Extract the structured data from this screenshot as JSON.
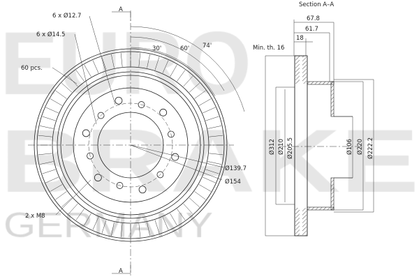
{
  "watermark": {
    "line1": "EURO",
    "line2": "BRAKE",
    "line3": "GERMANY"
  },
  "front_view": {
    "section_marker_top": "A",
    "section_marker_bottom": "A",
    "callouts": {
      "holes_small": "6 x Ø12.7",
      "holes_large": "6 x Ø14.5",
      "vanes": "60 pcs.",
      "threads": "2 x M8",
      "pcd": "Ø139.7",
      "hole_circle": "Ø154"
    },
    "angles": [
      "30'",
      "60'",
      "74'"
    ]
  },
  "section_view": {
    "title": "Section A–A",
    "widths": {
      "overall": "67.8",
      "hat": "61.7",
      "thickness": "18"
    },
    "min_thickness": "Min. th. 16",
    "diameters_left": [
      "Ø312",
      "Ø210",
      "Ø205.5"
    ],
    "diameters_right": [
      "Ø106",
      "Ø220",
      "Ø222.2"
    ]
  }
}
